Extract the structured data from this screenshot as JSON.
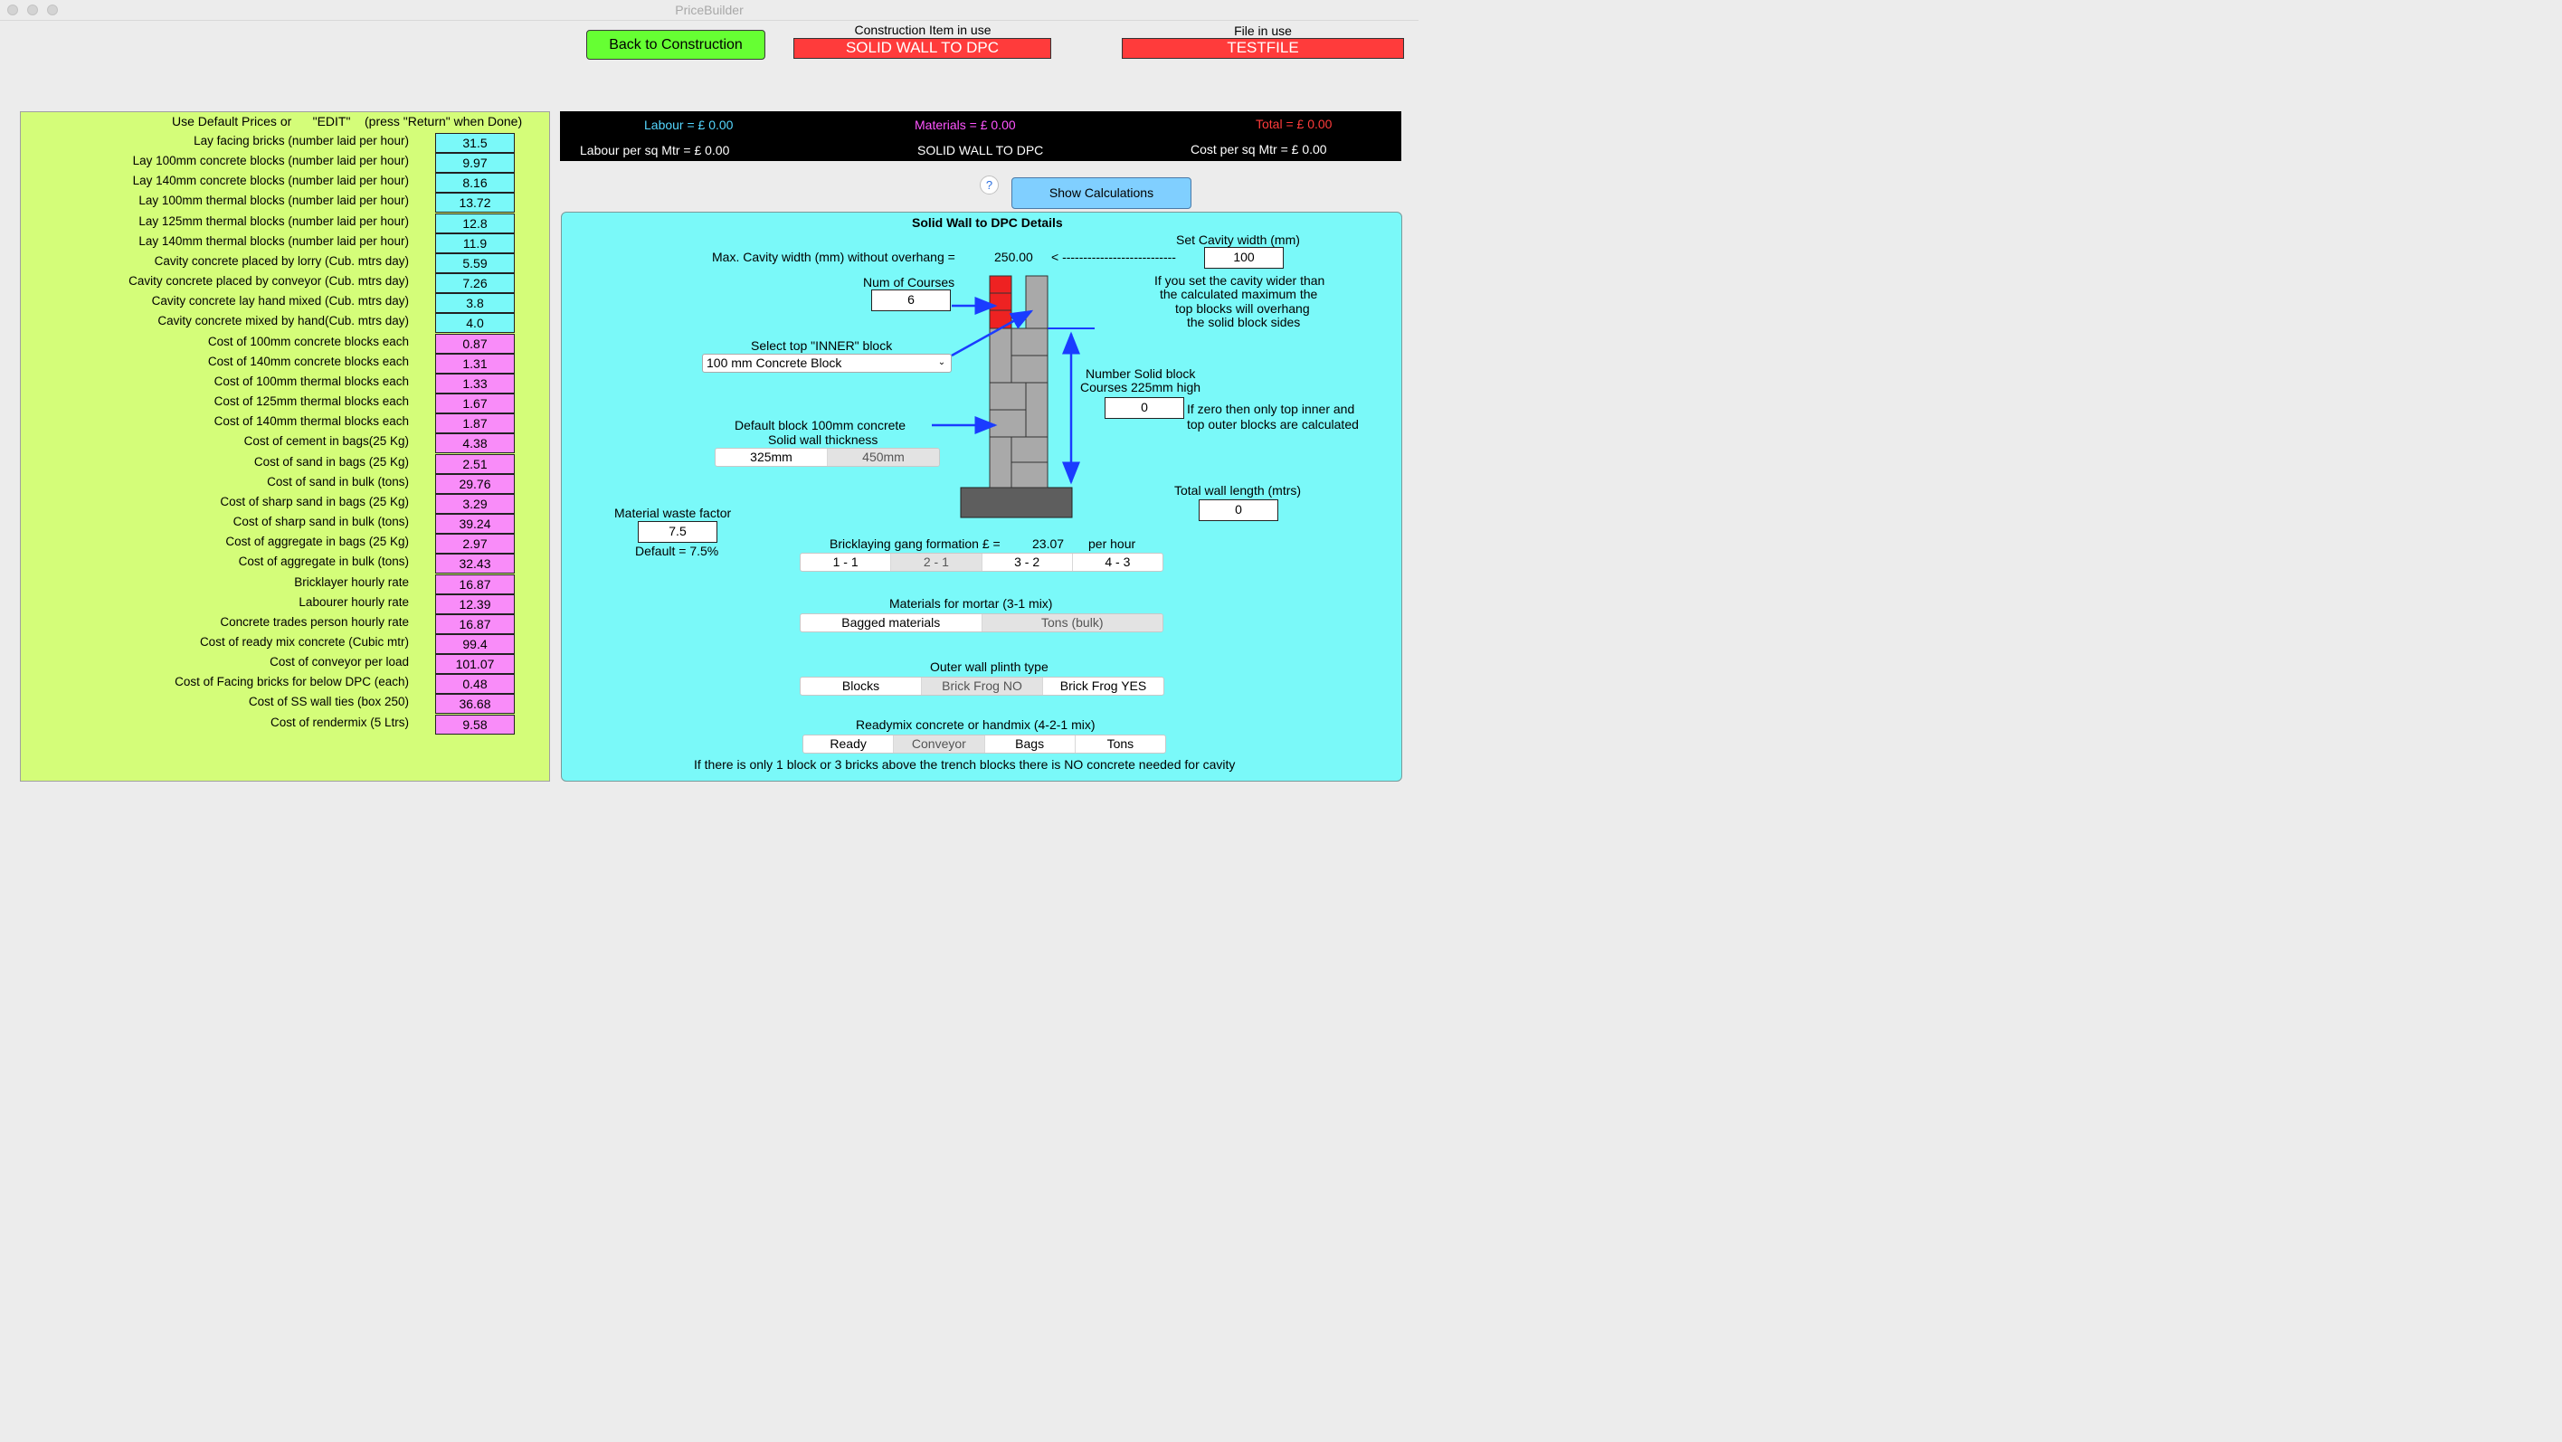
{
  "window": {
    "title": "PriceBuilder"
  },
  "header": {
    "back_button": "Back to Construction",
    "construction_label": "Construction Item in use",
    "construction_value": "SOLID WALL TO DPC",
    "file_label": "File in use",
    "file_value": "TESTFILE"
  },
  "defaults": {
    "heading": "Use Default Prices or      \"EDIT\"    (press \"Return\" when Done)",
    "rows": [
      {
        "label": "Lay facing bricks (number laid per hour)",
        "value": "31.5",
        "color": "cyan"
      },
      {
        "label": "Lay 100mm concrete blocks (number laid per hour)",
        "value": "9.97",
        "color": "cyan"
      },
      {
        "label": "Lay 140mm concrete blocks (number laid per hour)",
        "value": "8.16",
        "color": "cyan"
      },
      {
        "label": "Lay 100mm thermal blocks (number laid per hour)",
        "value": "13.72",
        "color": "cyan"
      },
      {
        "label": "Lay 125mm thermal blocks (number laid per hour)",
        "value": "12.8",
        "color": "cyan"
      },
      {
        "label": "Lay 140mm thermal blocks (number laid per hour)",
        "value": "11.9",
        "color": "cyan"
      },
      {
        "label": "Cavity concrete placed by lorry (Cub. mtrs day)",
        "value": "5.59",
        "color": "cyan"
      },
      {
        "label": "Cavity concrete placed by conveyor (Cub. mtrs day)",
        "value": "7.26",
        "color": "cyan"
      },
      {
        "label": "Cavity concrete lay hand mixed (Cub. mtrs day)",
        "value": "3.8",
        "color": "cyan"
      },
      {
        "label": "Cavity concrete  mixed by hand(Cub. mtrs day)",
        "value": "4.0",
        "color": "cyan"
      },
      {
        "label": "Cost of 100mm concrete blocks each",
        "value": "0.87",
        "color": "pink"
      },
      {
        "label": "Cost of 140mm concrete blocks each",
        "value": "1.31",
        "color": "pink"
      },
      {
        "label": "Cost of 100mm thermal blocks each",
        "value": "1.33",
        "color": "pink"
      },
      {
        "label": "Cost of 125mm thermal blocks each",
        "value": "1.67",
        "color": "pink"
      },
      {
        "label": "Cost of 140mm thermal blocks each",
        "value": "1.87",
        "color": "pink"
      },
      {
        "label": "Cost of cement in bags(25 Kg)",
        "value": "4.38",
        "color": "pink"
      },
      {
        "label": "Cost of sand in bags (25 Kg)",
        "value": "2.51",
        "color": "pink"
      },
      {
        "label": "Cost of sand in bulk (tons)",
        "value": "29.76",
        "color": "pink"
      },
      {
        "label": "Cost of sharp sand in bags (25 Kg)",
        "value": "3.29",
        "color": "pink"
      },
      {
        "label": "Cost of sharp sand in bulk (tons)",
        "value": "39.24",
        "color": "pink"
      },
      {
        "label": "Cost of aggregate in bags (25 Kg)",
        "value": "2.97",
        "color": "pink"
      },
      {
        "label": "Cost of aggregate in bulk (tons)",
        "value": "32.43",
        "color": "pink"
      },
      {
        "label": "Bricklayer hourly rate",
        "value": "16.87",
        "color": "pink"
      },
      {
        "label": "Labourer hourly rate",
        "value": "12.39",
        "color": "pink"
      },
      {
        "label": "Concrete trades person hourly rate",
        "value": "16.87",
        "color": "pink"
      },
      {
        "label": "Cost of ready mix concrete (Cubic mtr)",
        "value": "99.4",
        "color": "pink"
      },
      {
        "label": "Cost of conveyor per load",
        "value": "101.07",
        "color": "pink"
      },
      {
        "label": "Cost of Facing bricks for below DPC (each)",
        "value": "0.48",
        "color": "pink"
      },
      {
        "label": "Cost of SS wall ties (box 250)",
        "value": "36.68",
        "color": "pink"
      },
      {
        "label": "Cost of rendermix (5 Ltrs)",
        "value": "9.58",
        "color": "pink"
      }
    ]
  },
  "summary": {
    "labour": "Labour = £  0.00",
    "materials": "Materials = £ 0.00",
    "total": "Total = £  0.00",
    "labour_per_sqm": "Labour per sq Mtr = £  0.00",
    "item": "SOLID WALL TO DPC",
    "cost_per_sqm": "Cost per sq Mtr = £  0.00"
  },
  "help_icon": "?",
  "show_calc": "Show Calculations",
  "details": {
    "title": "Solid Wall to DPC Details",
    "set_cavity_label": "Set Cavity width (mm)",
    "set_cavity_value": "100",
    "max_cavity_label": "Max. Cavity width (mm) without overhang =",
    "max_cavity_value": "250.00",
    "arrow_text": "<  ---------------------------",
    "overhang_note": [
      "If you set the cavity wider than",
      "the calculated maximum the",
      "top blocks will overhang",
      "the solid block sides"
    ],
    "num_courses_label": "Num of Courses",
    "num_courses_value": "6",
    "select_label": "Select top \"INNER\" block",
    "select_value": "100 mm Concrete Block",
    "solid_courses_label": [
      "Number Solid block",
      "Courses 225mm high"
    ],
    "solid_courses_value": "0",
    "zero_note": [
      "If zero then only top inner and",
      "top outer blocks are calculated"
    ],
    "default_block_label": [
      "Default block 100mm concrete",
      "Solid wall thickness"
    ],
    "thickness_options": [
      "325mm",
      "450mm"
    ],
    "total_length_label": "Total wall length (mtrs)",
    "total_length_value": "0",
    "waste_label": "Material waste factor",
    "waste_value": "7.5",
    "waste_default": "Default = 7.5%",
    "gang_label": "Bricklaying gang formation £ =",
    "gang_value": "23.07",
    "gang_unit": "per hour",
    "gang_options": [
      "1 - 1",
      "2 - 1",
      "3 - 2",
      "4 - 3"
    ],
    "mortar_label": "Materials for mortar (3-1 mix)",
    "mortar_options": [
      "Bagged materials",
      "Tons (bulk)"
    ],
    "plinth_label": "Outer wall plinth type",
    "plinth_options": [
      "Blocks",
      "Brick Frog NO",
      "Brick Frog YES"
    ],
    "readymix_label": "Readymix concrete or handmix (4-2-1 mix)",
    "readymix_options": [
      "Ready",
      "Conveyor",
      "Bags",
      "Tons"
    ],
    "footer_note": "If there is only 1 block or 3 bricks above the trench blocks there is NO concrete needed for cavity"
  },
  "colors": {
    "left_panel": "#d4fd79",
    "cyan_panel": "#7af9f9",
    "value_cyan": "#7af9f9",
    "value_pink": "#f98cf9",
    "red": "#ff3b3b",
    "green_button": "#66ff33",
    "labour_text": "#55d7ff",
    "materials_text": "#ff55ff",
    "total_text": "#ff3b3b",
    "arrow_blue": "#1a3cff"
  }
}
